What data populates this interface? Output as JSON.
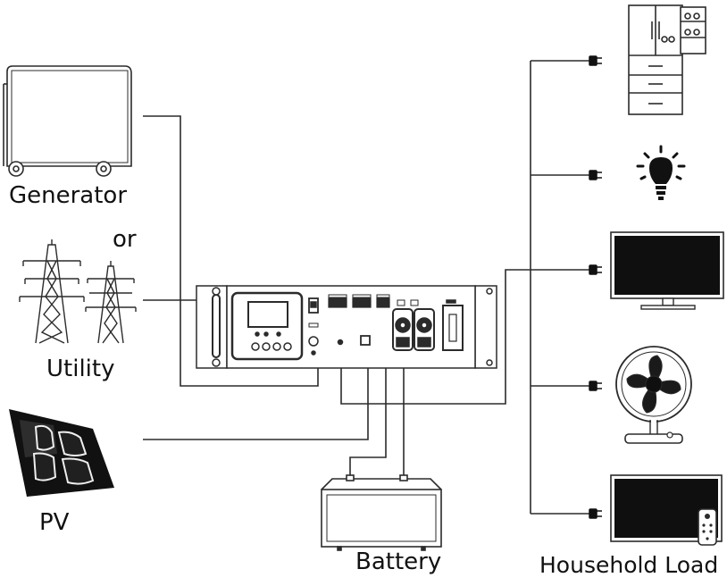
{
  "labels": {
    "generator": "Generator",
    "or": "or",
    "utility": "Utility",
    "pv": "PV",
    "battery": "Battery",
    "household_load": "Household Load"
  },
  "icons": {
    "generator": "generator-icon",
    "utility": "transmission-tower-icon",
    "pv": "solar-panel-icon",
    "inverter": "inverter-unit-icon",
    "battery": "battery-icon",
    "loads": [
      "refrigerator-icon",
      "light-bulb-icon",
      "television-icon",
      "fan-icon",
      "tv-with-remote-icon"
    ]
  },
  "colors": {
    "line": "#2b2b2b",
    "fill": "#ffffff",
    "dark": "#0f0f0f"
  }
}
